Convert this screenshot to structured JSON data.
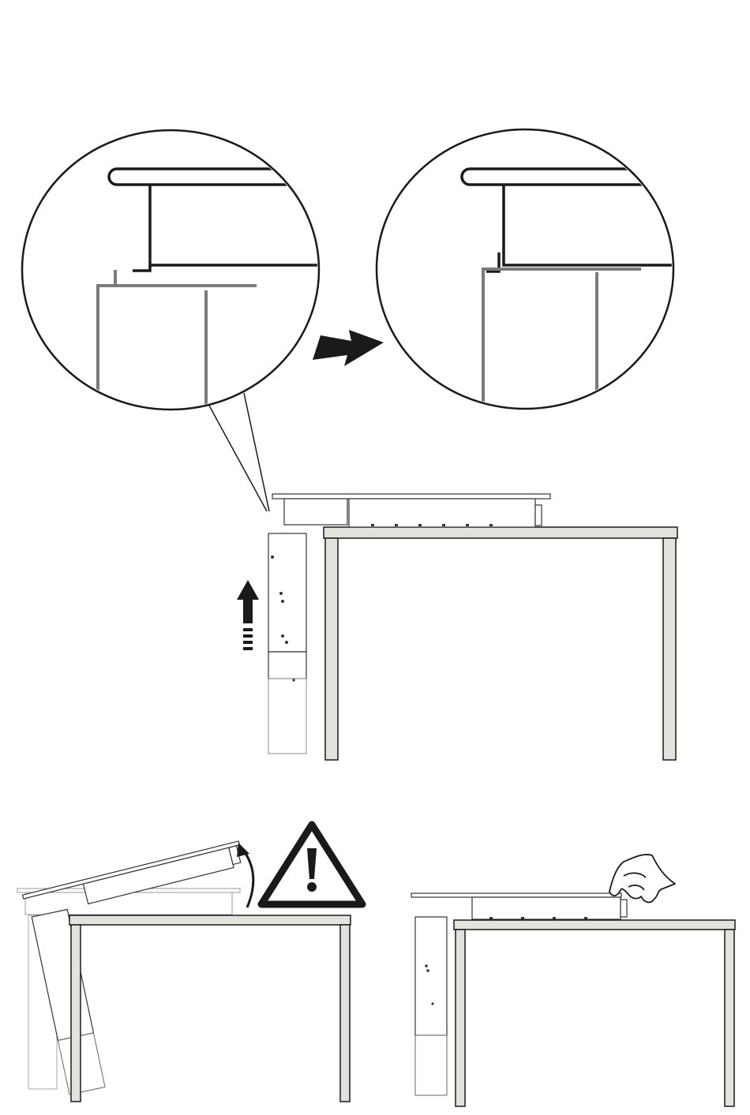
{
  "figure": {
    "kind": "installation-diagram",
    "description_steps": [
      "detail-before",
      "detail-after",
      "lift-side-unit",
      "tilt-hob-warning",
      "press-down-hob"
    ],
    "colors": {
      "line": "#1a1a1a",
      "recess": "#7a7a7a",
      "table_fill": "#e4e2dc",
      "background": "#ffffff"
    },
    "icons": [
      "arrow-right-icon",
      "arrow-up-icon",
      "curved-arrow-icon",
      "warning-icon",
      "hand-icon"
    ]
  }
}
